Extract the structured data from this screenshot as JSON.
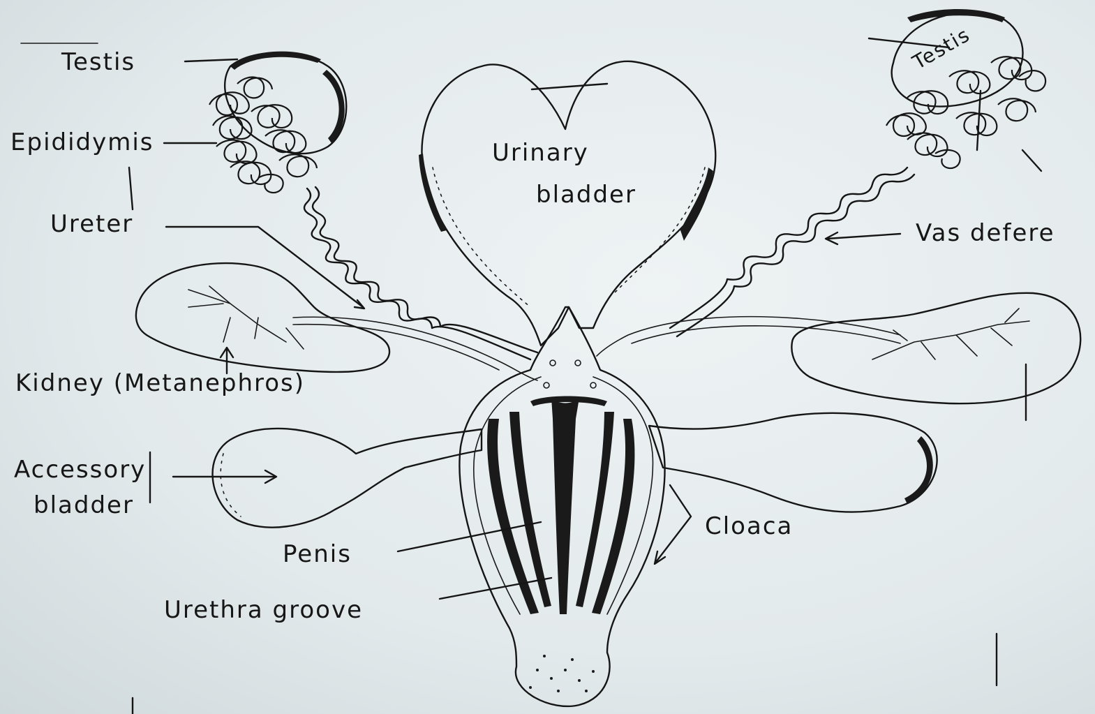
{
  "labels": {
    "testis_left": "Testis",
    "testis_right": "Testis",
    "epididymis": "Epididymis",
    "ureter": "Ureter",
    "kidney": "Kidney (Metanephros)",
    "accessory_bladder_line1": "Accessory",
    "accessory_bladder_line2": "bladder",
    "urinary_bladder_line1": "Urinary",
    "urinary_bladder_line2": "bladder",
    "vas_deferens": "Vas defere",
    "cloaca": "Cloaca",
    "penis": "Penis",
    "urethra_groove": "Urethra groove"
  },
  "colors": {
    "ink": "#151515",
    "paper": "#e3eaec"
  }
}
